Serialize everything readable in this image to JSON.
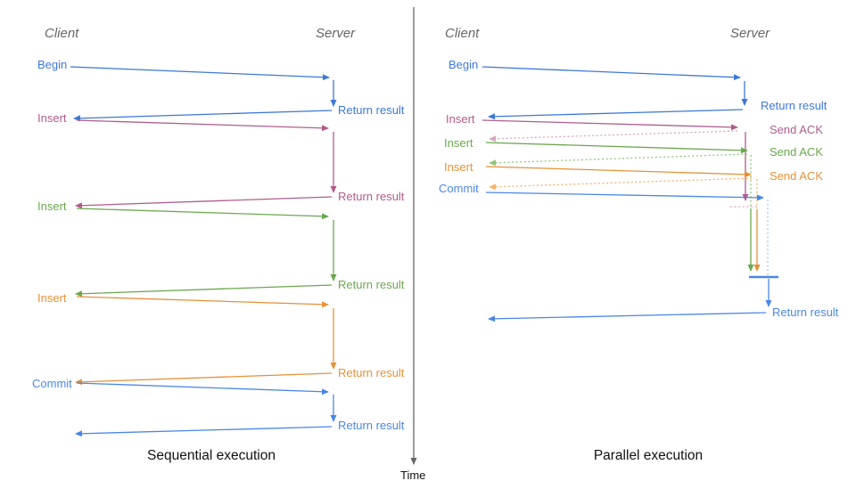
{
  "left": {
    "title": "Sequential execution",
    "headers": {
      "client": "Client",
      "server": "Server"
    },
    "rows": {
      "begin": {
        "label": "Begin",
        "result": "Return result"
      },
      "insert1": {
        "label": "Insert",
        "result": "Return result"
      },
      "insert2": {
        "label": "Insert",
        "result": "Return result"
      },
      "insert3": {
        "label": "Insert",
        "result": "Return result"
      },
      "commit": {
        "label": "Commit",
        "result": "Return result"
      }
    }
  },
  "right": {
    "title": "Parallel execution",
    "headers": {
      "client": "Client",
      "server": "Server"
    },
    "rows": {
      "begin": {
        "label": "Begin",
        "result": "Return result"
      },
      "insert1": {
        "label": "Insert",
        "ack": "Send ACK"
      },
      "insert2": {
        "label": "Insert",
        "ack": "Send ACK"
      },
      "insert3": {
        "label": "Insert",
        "ack": "Send ACK"
      },
      "commit": {
        "label": "Commit",
        "result": "Return result"
      }
    }
  },
  "time_axis": {
    "label": "Time"
  },
  "palette": {
    "blue": "#3c78d8",
    "commitBlue": "#4a86e8",
    "blueDash": "#a4c2f4",
    "pink": "#b05c8c",
    "pinkDash": "#d5a6bd",
    "green": "#6aa84f",
    "greenDash": "#93c47d",
    "orange": "#e69138",
    "orangeDash": "#f6b26b",
    "axis": "#666666",
    "text": "#111111",
    "header": "#666666"
  },
  "arrows": [
    {
      "name": "seq-begin-request",
      "color": "blue",
      "points": [
        [
          79,
          75
        ],
        [
          369,
          87
        ]
      ],
      "arrow": true
    },
    {
      "name": "seq-begin-server-exec",
      "color": "blue",
      "points": [
        [
          374,
          90
        ],
        [
          374,
          119
        ]
      ],
      "arrow": true
    },
    {
      "name": "seq-begin-response",
      "color": "blue",
      "points": [
        [
          372,
          124
        ],
        [
          83,
          133
        ]
      ],
      "arrow": true
    },
    {
      "name": "seq-insert1-request",
      "color": "pink",
      "points": [
        [
          86,
          135
        ],
        [
          368,
          144
        ]
      ],
      "arrow": true
    },
    {
      "name": "seq-insert1-server-exec",
      "color": "pink",
      "points": [
        [
          374,
          148
        ],
        [
          374,
          216
        ]
      ],
      "arrow": true
    },
    {
      "name": "seq-insert1-response",
      "color": "pink",
      "points": [
        [
          372,
          221
        ],
        [
          85,
          231
        ]
      ],
      "arrow": true
    },
    {
      "name": "seq-insert2-request",
      "color": "green",
      "points": [
        [
          86,
          234
        ],
        [
          368,
          243
        ]
      ],
      "arrow": true
    },
    {
      "name": "seq-insert2-server-exec",
      "color": "green",
      "points": [
        [
          374,
          247
        ],
        [
          374,
          315
        ]
      ],
      "arrow": true
    },
    {
      "name": "seq-insert2-response",
      "color": "green",
      "points": [
        [
          372,
          320
        ],
        [
          85,
          330
        ]
      ],
      "arrow": true
    },
    {
      "name": "seq-insert3-request",
      "color": "orange",
      "points": [
        [
          86,
          333
        ],
        [
          368,
          342
        ]
      ],
      "arrow": true
    },
    {
      "name": "seq-insert3-server-exec",
      "color": "orange",
      "points": [
        [
          374,
          346
        ],
        [
          374,
          414
        ]
      ],
      "arrow": true
    },
    {
      "name": "seq-insert3-response",
      "color": "orange",
      "points": [
        [
          372,
          419
        ],
        [
          85,
          429
        ]
      ],
      "arrow": true
    },
    {
      "name": "seq-commit-request",
      "color": "commitBlue",
      "points": [
        [
          86,
          430
        ],
        [
          368,
          440
        ]
      ],
      "arrow": true
    },
    {
      "name": "seq-commit-server-exec",
      "color": "commitBlue",
      "points": [
        [
          374,
          443
        ],
        [
          374,
          473
        ]
      ],
      "arrow": true
    },
    {
      "name": "seq-commit-response",
      "color": "commitBlue",
      "points": [
        [
          372,
          479
        ],
        [
          85,
          487
        ]
      ],
      "arrow": true
    },
    {
      "name": "time-axis-line",
      "color": "axis",
      "points": [
        [
          464,
          8
        ],
        [
          464,
          521
        ]
      ],
      "arrow": true
    },
    {
      "name": "par-begin-request",
      "color": "blue",
      "points": [
        [
          541,
          75
        ],
        [
          830,
          87
        ]
      ],
      "arrow": true
    },
    {
      "name": "par-begin-server-exec",
      "color": "blue",
      "points": [
        [
          835,
          91
        ],
        [
          835,
          118
        ]
      ],
      "arrow": true
    },
    {
      "name": "par-begin-response",
      "color": "blue",
      "points": [
        [
          833,
          123
        ],
        [
          548,
          131
        ]
      ],
      "arrow": true
    },
    {
      "name": "par-insert1-request",
      "color": "pink",
      "points": [
        [
          541,
          135
        ],
        [
          827,
          143
        ]
      ],
      "arrow": true
    },
    {
      "name": "par-insert1-ack",
      "color": "pinkDash",
      "points": [
        [
          827,
          147
        ],
        [
          549,
          156
        ]
      ],
      "arrow": true,
      "dashed": true
    },
    {
      "name": "par-insert1-server-exec",
      "color": "pink",
      "points": [
        [
          836,
          148
        ],
        [
          836,
          225
        ]
      ],
      "arrow": true
    },
    {
      "name": "par-insert1-done-marker",
      "color": "pinkDash",
      "points": [
        [
          819,
          232
        ],
        [
          851,
          232
        ]
      ],
      "dashed": true
    },
    {
      "name": "par-insert2-request",
      "color": "green",
      "points": [
        [
          545,
          160
        ],
        [
          838,
          169
        ]
      ],
      "arrow": true
    },
    {
      "name": "par-insert2-ack",
      "color": "greenDash",
      "points": [
        [
          838,
          173
        ],
        [
          549,
          183
        ]
      ],
      "arrow": true,
      "dashed": true
    },
    {
      "name": "par-insert2-queue-wait",
      "color": "greenDash",
      "points": [
        [
          842,
          174
        ],
        [
          842,
          233
        ]
      ],
      "dashed": true
    },
    {
      "name": "par-insert2-server-exec",
      "color": "green",
      "points": [
        [
          842,
          234
        ],
        [
          842,
          304
        ]
      ],
      "arrow": true
    },
    {
      "name": "par-insert3-request",
      "color": "orange",
      "points": [
        [
          545,
          187
        ],
        [
          842,
          196
        ]
      ],
      "arrow": true
    },
    {
      "name": "par-insert3-ack",
      "color": "orangeDash",
      "points": [
        [
          843,
          200
        ],
        [
          549,
          210
        ]
      ],
      "arrow": true,
      "dashed": true
    },
    {
      "name": "par-insert3-queue-wait",
      "color": "orangeDash",
      "points": [
        [
          849,
          201
        ],
        [
          849,
          234
        ]
      ],
      "dashed": true
    },
    {
      "name": "par-insert3-server-exec",
      "color": "orange",
      "points": [
        [
          849,
          235
        ],
        [
          849,
          304
        ]
      ],
      "arrow": true
    },
    {
      "name": "par-commit-request",
      "color": "commitBlue",
      "points": [
        [
          545,
          216
        ],
        [
          856,
          222
        ]
      ],
      "arrow": true
    },
    {
      "name": "par-commit-queue-wait",
      "color": "blueDash",
      "points": [
        [
          861,
          224
        ],
        [
          861,
          310
        ]
      ],
      "dashed": true
    },
    {
      "name": "par-sync-barrier",
      "color": "commitBlue",
      "points": [
        [
          840,
          311
        ],
        [
          873,
          311
        ]
      ],
      "width": 2.4
    },
    {
      "name": "par-commit-server-exec",
      "color": "commitBlue",
      "points": [
        [
          862,
          313
        ],
        [
          862,
          344
        ]
      ],
      "arrow": true
    },
    {
      "name": "par-final-response",
      "color": "commitBlue",
      "points": [
        [
          859,
          351
        ],
        [
          548,
          358
        ]
      ],
      "arrow": true
    }
  ]
}
